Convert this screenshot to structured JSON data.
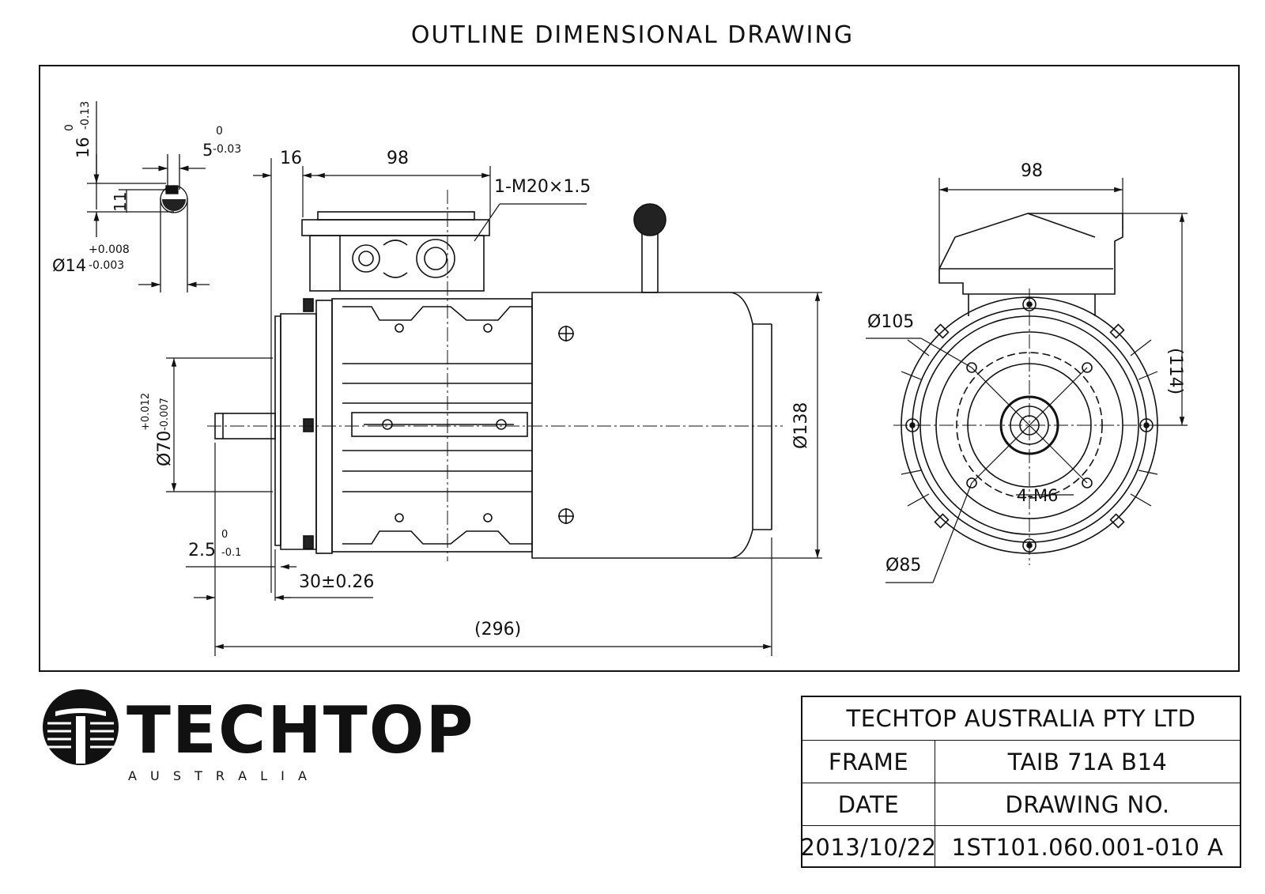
{
  "title": "OUTLINE DIMENSIONAL DRAWING",
  "side_view": {
    "keyway_height": "16",
    "keyway_height_tol_upper": "0",
    "keyway_height_tol_lower": "-0.13",
    "key_width": "5",
    "key_width_tol_upper": "0",
    "key_width_tol_lower": "-0.03",
    "key_depth": "11",
    "shaft_dia": "Ø14",
    "shaft_dia_tol_upper": "+0.008",
    "shaft_dia_tol_lower": "-0.003",
    "dim_16": "16",
    "dim_98_top": "98",
    "cable_entry": "1-M20×1.5",
    "spigot_dia": "Ø70",
    "spigot_dia_tol_upper": "+0.012",
    "spigot_dia_tol_lower": "-0.007",
    "body_dia": "Ø138",
    "spigot_depth": "2.5",
    "spigot_depth_tol_upper": "0",
    "spigot_depth_tol_lower": "-0.1",
    "shaft_length": "30±0.26",
    "overall_length": "(296)"
  },
  "end_view": {
    "width_98": "98",
    "height_114": "(114)",
    "pcd_105": "Ø105",
    "pcd_85": "Ø85",
    "holes": "4-M6"
  },
  "logo": {
    "brand": "TECHTOP",
    "sub": "A U S T R A L I A"
  },
  "title_block": {
    "company": "TECHTOP AUSTRALIA PTY LTD",
    "frame_label": "FRAME",
    "frame_value": "TAIB 71A B14",
    "date_label": "DATE",
    "drawing_no_label": "DRAWING NO.",
    "date_value": "2013/10/22",
    "drawing_no_value": "1ST101.060.001-010 A"
  }
}
